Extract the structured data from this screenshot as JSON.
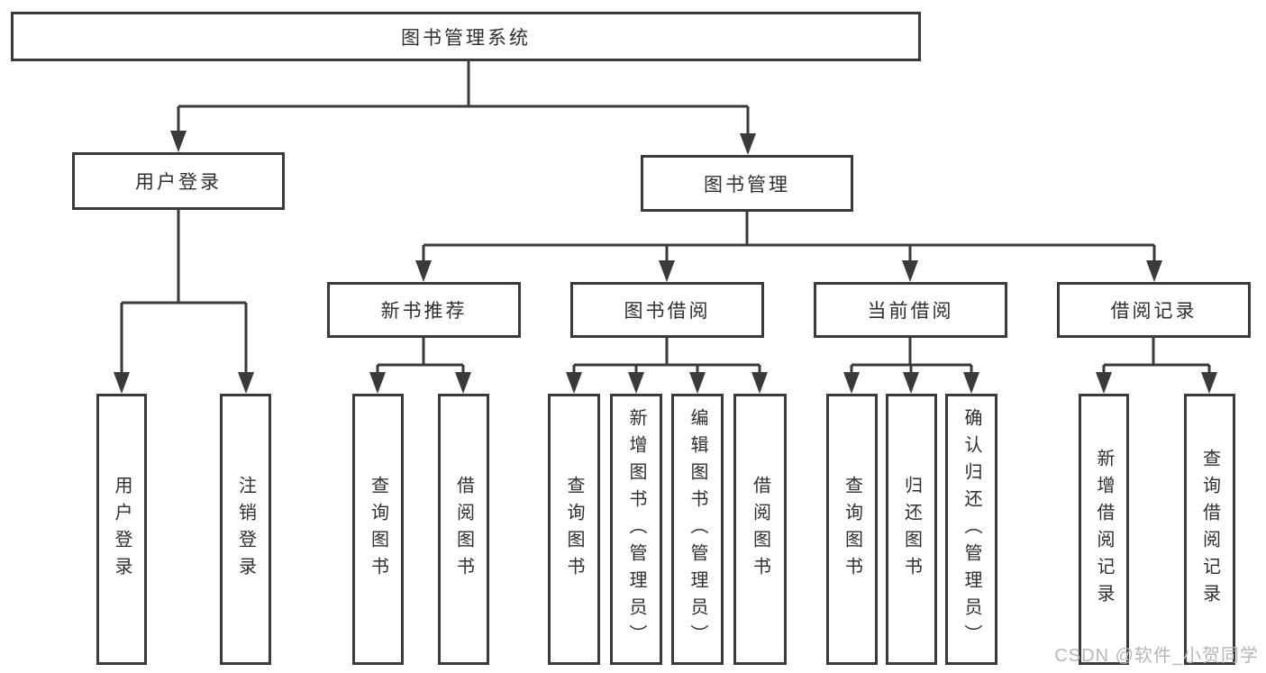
{
  "diagram": {
    "title": "图书管理系统",
    "nodes": {
      "root": "图书管理系统",
      "user_login": "用户登录",
      "book_mgmt": "图书管理",
      "new_book_rec": "新书推荐",
      "book_borrow": "图书借阅",
      "current_borrow": "当前借阅",
      "borrow_records": "借阅记录",
      "leaf_user_login": "用户登录",
      "leaf_logout": "注销登录",
      "leaf_nb_query": "查询图书",
      "leaf_nb_borrow": "借阅图书",
      "leaf_bb_query": "查询图书",
      "leaf_bb_add": "新增图书（管理员）",
      "leaf_bb_edit": "编辑图书（管理员）",
      "leaf_bb_borrow": "借阅图书",
      "leaf_cb_query": "查询图书",
      "leaf_cb_return": "归还图书",
      "leaf_cb_confirm": "确认归还（管理员）",
      "leaf_br_add": "新增借阅记录",
      "leaf_br_query": "查询借阅记录"
    },
    "watermark": "CSDN @软件_小贺同学",
    "colors": {
      "line": "#3a3a3a",
      "text": "#2f2f2f",
      "background": "#ffffff",
      "watermark": "#b7b7b7"
    }
  }
}
